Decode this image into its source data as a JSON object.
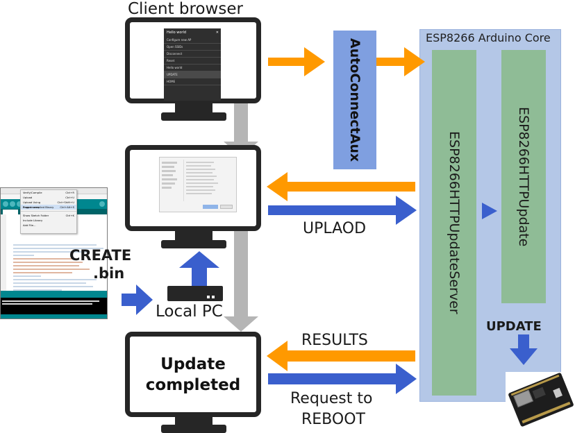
{
  "labels": {
    "client_browser": "Client browser",
    "autoconnectaux": "AutoConnectAux",
    "core_title": "ESP8266 Arduino Core",
    "update_server": "ESP8266HTTPUpdateServer",
    "http_update": "ESP8266HTTPUpdate",
    "uplaod": "UPLAOD",
    "create_bin_line1": "CREATE",
    "create_bin_line2": ".bin",
    "local_pc": "Local PC",
    "update": "UPDATE",
    "results": "RESULTS",
    "request_reboot_line1": "Request to",
    "request_reboot_line2": "REBOOT",
    "update_completed_line1": "Update",
    "update_completed_line2": "completed"
  },
  "browser_menu": {
    "title": "Hello world",
    "items": [
      "Configure new AP",
      "Open SSIDs",
      "Disconnect",
      "Reset",
      "Hello world",
      "UPDATE",
      "HOME"
    ]
  },
  "ide_menu": {
    "items": [
      {
        "label": "Verify/Compile",
        "shortcut": "Ctrl+R"
      },
      {
        "label": "Upload",
        "shortcut": "Ctrl+U"
      },
      {
        "label": "Upload Using Programmer",
        "shortcut": "Ctrl+Shift+U"
      },
      {
        "label": "Export compiled Binary",
        "shortcut": "Ctrl+Alt+S"
      },
      {
        "label": "Show Sketch Folder",
        "shortcut": "Ctrl+K"
      },
      {
        "label": "Include Library",
        "shortcut": ""
      },
      {
        "label": "Add File...",
        "shortcut": ""
      }
    ]
  },
  "colors": {
    "orange": "#ff9900",
    "blue": "#3a5fcd",
    "gray_arrow": "#b5b5b5",
    "core_panel": "#b4c7e7",
    "core_border": "#9bb3dd",
    "green_column": "#8fbc96",
    "autoconnect_box": "#7f9fe0",
    "monitor": "#262626"
  }
}
